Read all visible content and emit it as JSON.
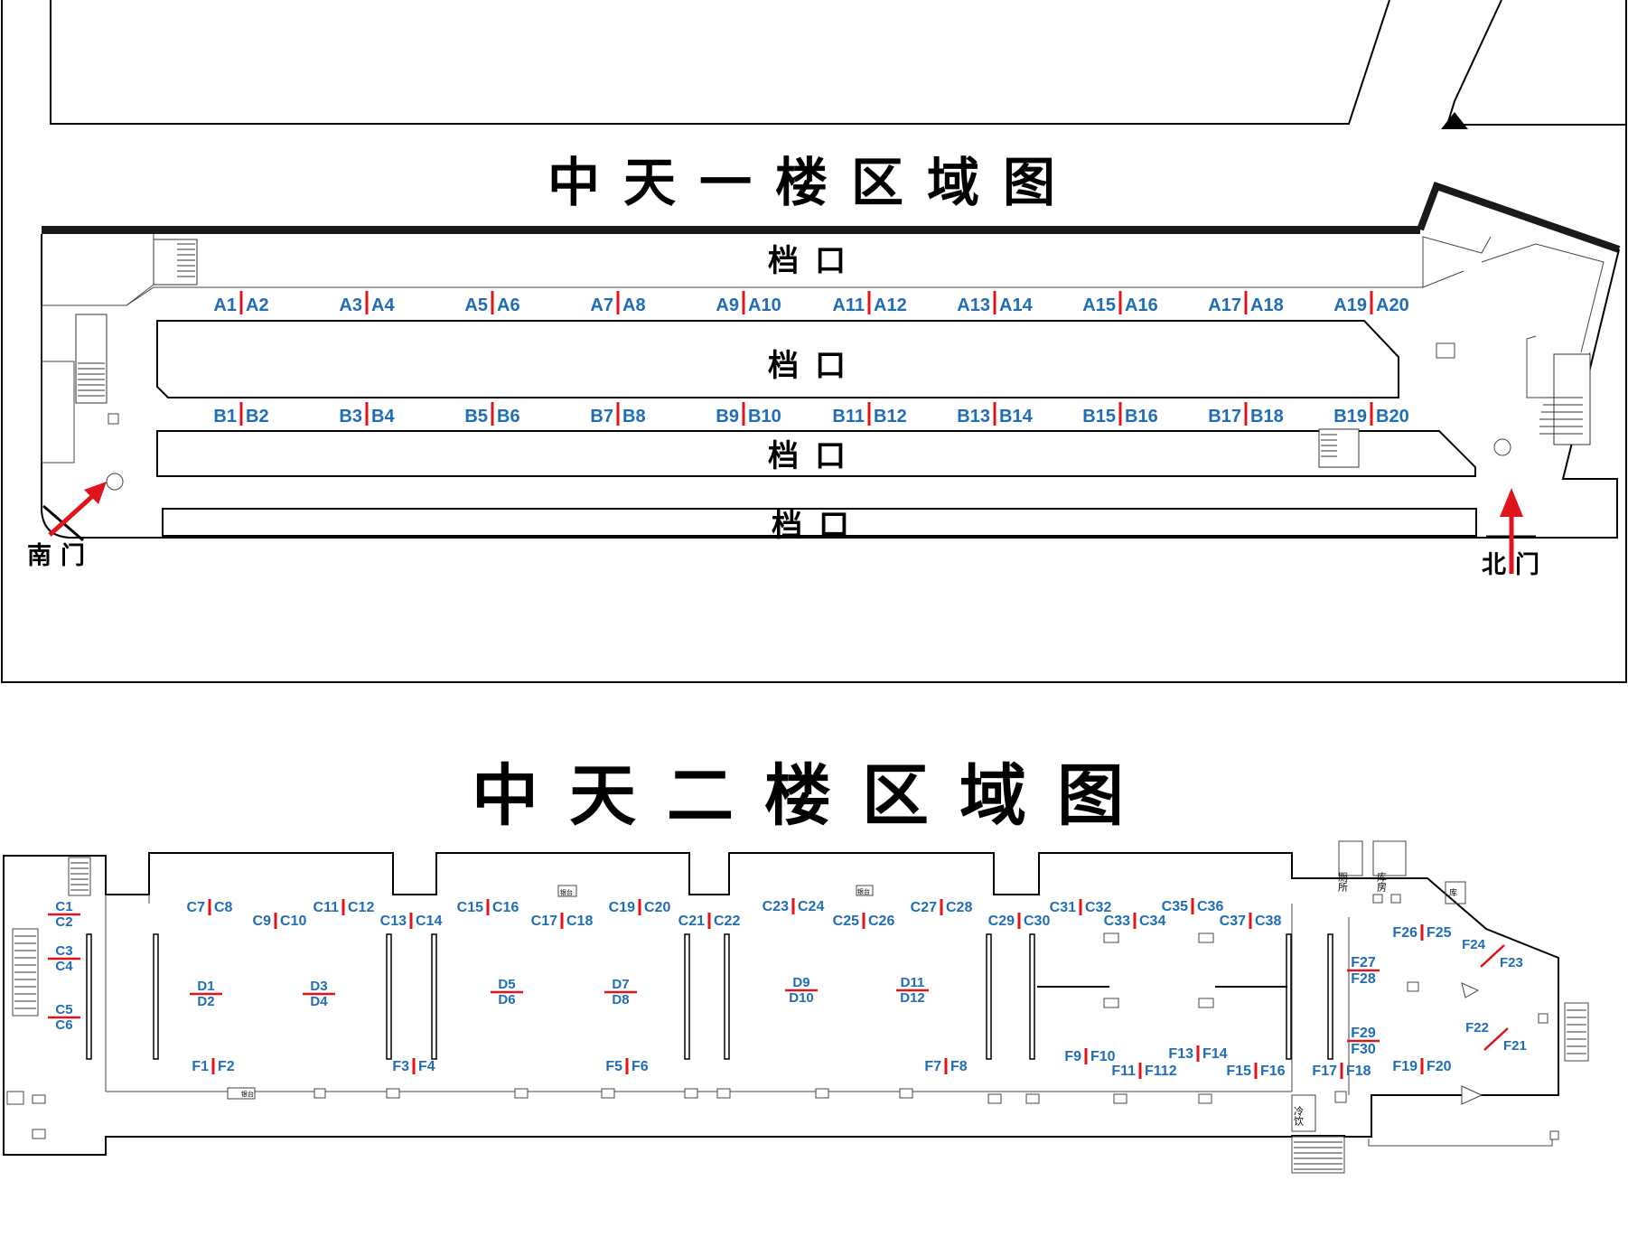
{
  "colors": {
    "stall_label": "#1f6db5",
    "divider": "#e0151b",
    "arrow": "#e0151b",
    "wall": "#000000"
  },
  "floor1": {
    "title": "中天一楼区域图",
    "zones": [
      "档口",
      "档口",
      "档口",
      "档口"
    ],
    "doors": {
      "south": "南门",
      "north": "北门"
    },
    "row_a": [
      [
        "A1",
        "A2"
      ],
      [
        "A3",
        "A4"
      ],
      [
        "A5",
        "A6"
      ],
      [
        "A7",
        "A8"
      ],
      [
        "A9",
        "A10"
      ],
      [
        "A11",
        "A12"
      ],
      [
        "A13",
        "A14"
      ],
      [
        "A15",
        "A16"
      ],
      [
        "A17",
        "A18"
      ],
      [
        "A19",
        "A20"
      ]
    ],
    "row_b": [
      [
        "B1",
        "B2"
      ],
      [
        "B3",
        "B4"
      ],
      [
        "B5",
        "B6"
      ],
      [
        "B7",
        "B8"
      ],
      [
        "B9",
        "B10"
      ],
      [
        "B11",
        "B12"
      ],
      [
        "B13",
        "B14"
      ],
      [
        "B15",
        "B16"
      ],
      [
        "B17",
        "B18"
      ],
      [
        "B19",
        "B20"
      ]
    ]
  },
  "floor2": {
    "title": "中天二楼区域图",
    "c_top": [
      [
        "C7",
        "C8"
      ],
      [
        "C11",
        "C12"
      ],
      [
        "C15",
        "C16"
      ],
      [
        "C19",
        "C20"
      ],
      [
        "C23",
        "C24"
      ],
      [
        "C27",
        "C28"
      ],
      [
        "C31",
        "C32"
      ],
      [
        "C35",
        "C36"
      ]
    ],
    "c_bottom": [
      [
        "C9",
        "C10"
      ],
      [
        "C13",
        "C14"
      ],
      [
        "C17",
        "C18"
      ],
      [
        "C21",
        "C22"
      ],
      [
        "C25",
        "C26"
      ],
      [
        "C29",
        "C30"
      ],
      [
        "C33",
        "C34"
      ],
      [
        "C37",
        "C38"
      ]
    ],
    "c_left": [
      [
        "C1",
        "C2"
      ],
      [
        "C3",
        "C4"
      ],
      [
        "C5",
        "C6"
      ]
    ],
    "d_stacks": [
      [
        "D1",
        "D2"
      ],
      [
        "D3",
        "D4"
      ],
      [
        "D5",
        "D6"
      ],
      [
        "D7",
        "D8"
      ],
      [
        "D9",
        "D10"
      ],
      [
        "D11",
        "D12"
      ]
    ],
    "f_pairs": [
      [
        "F1",
        "F2"
      ],
      [
        "F3",
        "F4"
      ],
      [
        "F5",
        "F6"
      ],
      [
        "F7",
        "F8"
      ],
      [
        "F9",
        "F10"
      ],
      [
        "F11",
        "F112"
      ],
      [
        "F13",
        "F14"
      ],
      [
        "F15",
        "F16"
      ],
      [
        "F17",
        "F18"
      ],
      [
        "F19",
        "F20"
      ],
      [
        "F26",
        "F25"
      ]
    ],
    "f_stacks": [
      [
        "F27",
        "F28"
      ],
      [
        "F29",
        "F30"
      ]
    ],
    "f_diag": [
      [
        "F24",
        "F23"
      ],
      [
        "F22",
        "F21"
      ]
    ],
    "facilities": {
      "toilet": "厕所",
      "storage": "库房",
      "cold_drinks": "冷饮",
      "store_small": "库",
      "counter": "银台"
    }
  }
}
